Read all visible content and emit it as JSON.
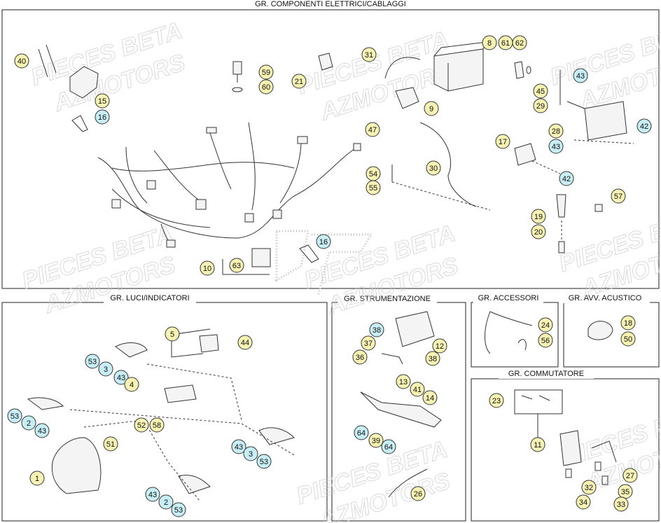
{
  "sections": {
    "main": "GR. COMPONENTI ELETTRICI/CABLAGGI",
    "luci": "GR. LUCI/INDICATORI",
    "strumentazione": "GR. STRUMENTAZIONE",
    "accessori": "GR. ACCESSORI",
    "acustico": "GR. AVV. ACUSTICO",
    "commutatore": "GR. COMMUTATORE"
  },
  "watermark": {
    "line1": "PIECES BETA",
    "line2": "AZMOTORS"
  },
  "colors": {
    "yellow_badge": "#f6f2b3",
    "cyan_badge": "#c8eef5",
    "badge_stroke": "#333333",
    "frame": "#222222",
    "drawing": "#333333"
  },
  "callouts": [
    {
      "n": "40",
      "fill": "yellow"
    },
    {
      "n": "15",
      "fill": "yellow"
    },
    {
      "n": "16",
      "fill": "cyan"
    },
    {
      "n": "59",
      "fill": "yellow"
    },
    {
      "n": "60",
      "fill": "yellow"
    },
    {
      "n": "21",
      "fill": "yellow"
    },
    {
      "n": "31",
      "fill": "yellow"
    },
    {
      "n": "8",
      "fill": "yellow"
    },
    {
      "n": "61",
      "fill": "yellow"
    },
    {
      "n": "62",
      "fill": "yellow"
    },
    {
      "n": "43",
      "fill": "cyan"
    },
    {
      "n": "45",
      "fill": "yellow"
    },
    {
      "n": "29",
      "fill": "yellow"
    },
    {
      "n": "9",
      "fill": "yellow"
    },
    {
      "n": "47",
      "fill": "yellow"
    },
    {
      "n": "28",
      "fill": "yellow"
    },
    {
      "n": "42",
      "fill": "cyan"
    },
    {
      "n": "43",
      "fill": "cyan"
    },
    {
      "n": "17",
      "fill": "yellow"
    },
    {
      "n": "30",
      "fill": "yellow"
    },
    {
      "n": "54",
      "fill": "yellow"
    },
    {
      "n": "55",
      "fill": "yellow"
    },
    {
      "n": "42",
      "fill": "cyan"
    },
    {
      "n": "57",
      "fill": "yellow"
    },
    {
      "n": "19",
      "fill": "yellow"
    },
    {
      "n": "20",
      "fill": "yellow"
    },
    {
      "n": "16",
      "fill": "cyan"
    },
    {
      "n": "10",
      "fill": "yellow"
    },
    {
      "n": "63",
      "fill": "yellow"
    },
    {
      "n": "5",
      "fill": "yellow"
    },
    {
      "n": "44",
      "fill": "yellow"
    },
    {
      "n": "53",
      "fill": "cyan"
    },
    {
      "n": "3",
      "fill": "cyan"
    },
    {
      "n": "43",
      "fill": "cyan"
    },
    {
      "n": "4",
      "fill": "yellow"
    },
    {
      "n": "53",
      "fill": "cyan"
    },
    {
      "n": "2",
      "fill": "cyan"
    },
    {
      "n": "43",
      "fill": "cyan"
    },
    {
      "n": "52",
      "fill": "yellow"
    },
    {
      "n": "58",
      "fill": "yellow"
    },
    {
      "n": "51",
      "fill": "yellow"
    },
    {
      "n": "1",
      "fill": "yellow"
    },
    {
      "n": "43",
      "fill": "cyan"
    },
    {
      "n": "2",
      "fill": "cyan"
    },
    {
      "n": "53",
      "fill": "cyan"
    },
    {
      "n": "43",
      "fill": "cyan"
    },
    {
      "n": "3",
      "fill": "cyan"
    },
    {
      "n": "53",
      "fill": "cyan"
    },
    {
      "n": "38",
      "fill": "cyan"
    },
    {
      "n": "37",
      "fill": "yellow"
    },
    {
      "n": "36",
      "fill": "yellow"
    },
    {
      "n": "12",
      "fill": "yellow"
    },
    {
      "n": "38",
      "fill": "yellow"
    },
    {
      "n": "13",
      "fill": "yellow"
    },
    {
      "n": "41",
      "fill": "yellow"
    },
    {
      "n": "14",
      "fill": "yellow"
    },
    {
      "n": "64",
      "fill": "cyan"
    },
    {
      "n": "39",
      "fill": "yellow"
    },
    {
      "n": "64",
      "fill": "cyan"
    },
    {
      "n": "26",
      "fill": "yellow"
    },
    {
      "n": "24",
      "fill": "yellow"
    },
    {
      "n": "56",
      "fill": "yellow"
    },
    {
      "n": "18",
      "fill": "yellow"
    },
    {
      "n": "50",
      "fill": "yellow"
    },
    {
      "n": "23",
      "fill": "yellow"
    },
    {
      "n": "11",
      "fill": "yellow"
    },
    {
      "n": "27",
      "fill": "yellow"
    },
    {
      "n": "32",
      "fill": "yellow"
    },
    {
      "n": "35",
      "fill": "yellow"
    },
    {
      "n": "34",
      "fill": "yellow"
    },
    {
      "n": "33",
      "fill": "yellow"
    }
  ]
}
